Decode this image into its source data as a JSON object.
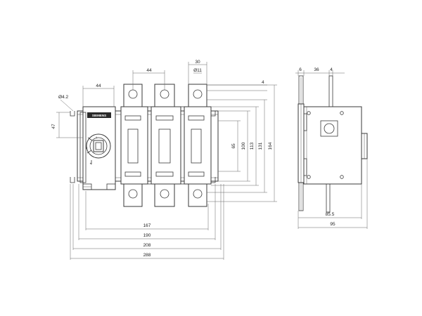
{
  "front_view": {
    "brand_label": "SIEMENS",
    "dims": {
      "top_handle_width": "44",
      "top_middle_width": "44",
      "top_right_pitch": "30",
      "top_right_hole": "Ø11",
      "right_offset": "4",
      "left_hole": "Ø4.2",
      "left_height": "47",
      "v_65": "65",
      "v_100": "100",
      "v_113": "113",
      "v_131": "131",
      "v_164": "164",
      "h_167": "167",
      "h_190": "190",
      "h_208": "208",
      "h_288": "288"
    }
  },
  "side_view": {
    "dims": {
      "top_6": "6",
      "top_36": "36",
      "top_4": "4",
      "h_85_5": "85.5",
      "h_95": "95"
    }
  }
}
